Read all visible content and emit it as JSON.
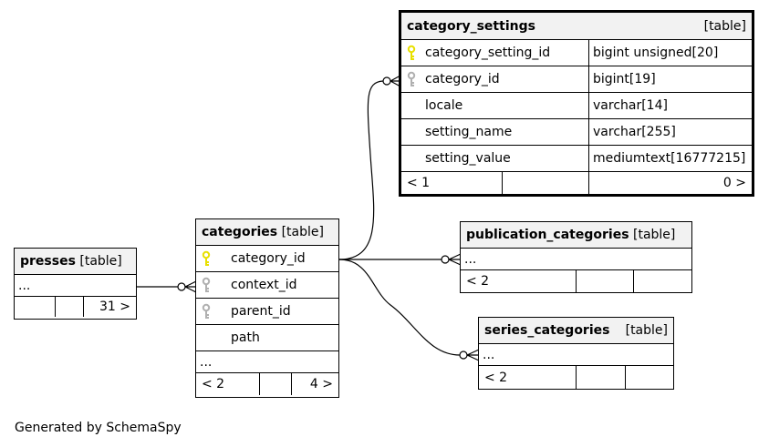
{
  "colors": {
    "primary_key": "#e8e000",
    "foreign_key": "#b0b0b0"
  },
  "credit": "Generated by SchemaSpy",
  "tables": {
    "presses": {
      "name": "presses",
      "tag": "[table]",
      "ellipsis": "...",
      "footer": [
        "",
        "",
        "31 >"
      ]
    },
    "categories": {
      "name": "categories",
      "tag": "[table]",
      "columns": [
        {
          "name": "category_id",
          "icon": "primary-key-icon"
        },
        {
          "name": "context_id",
          "icon": "foreign-key-icon"
        },
        {
          "name": "parent_id",
          "icon": "foreign-key-icon"
        },
        {
          "name": "path",
          "icon": ""
        }
      ],
      "ellipsis": "...",
      "footer": [
        "< 2",
        "",
        "4 >"
      ]
    },
    "category_settings": {
      "name": "category_settings",
      "tag": "[table]",
      "columns": [
        {
          "name": "category_setting_id",
          "type": "bigint unsigned[20]",
          "icon": "primary-key-icon"
        },
        {
          "name": "category_id",
          "type": "bigint[19]",
          "icon": "foreign-key-icon"
        },
        {
          "name": "locale",
          "type": "varchar[14]",
          "icon": ""
        },
        {
          "name": "setting_name",
          "type": "varchar[255]",
          "icon": ""
        },
        {
          "name": "setting_value",
          "type": "mediumtext[16777215]",
          "icon": ""
        }
      ],
      "footer": [
        "< 1",
        "",
        "0 >"
      ]
    },
    "publication_categories": {
      "name": "publication_categories",
      "tag": "[table]",
      "ellipsis": "...",
      "footer": [
        "< 2",
        "",
        ""
      ]
    },
    "series_categories": {
      "name": "series_categories",
      "tag": "[table]",
      "ellipsis": "...",
      "footer": [
        "< 2",
        "",
        ""
      ]
    }
  }
}
